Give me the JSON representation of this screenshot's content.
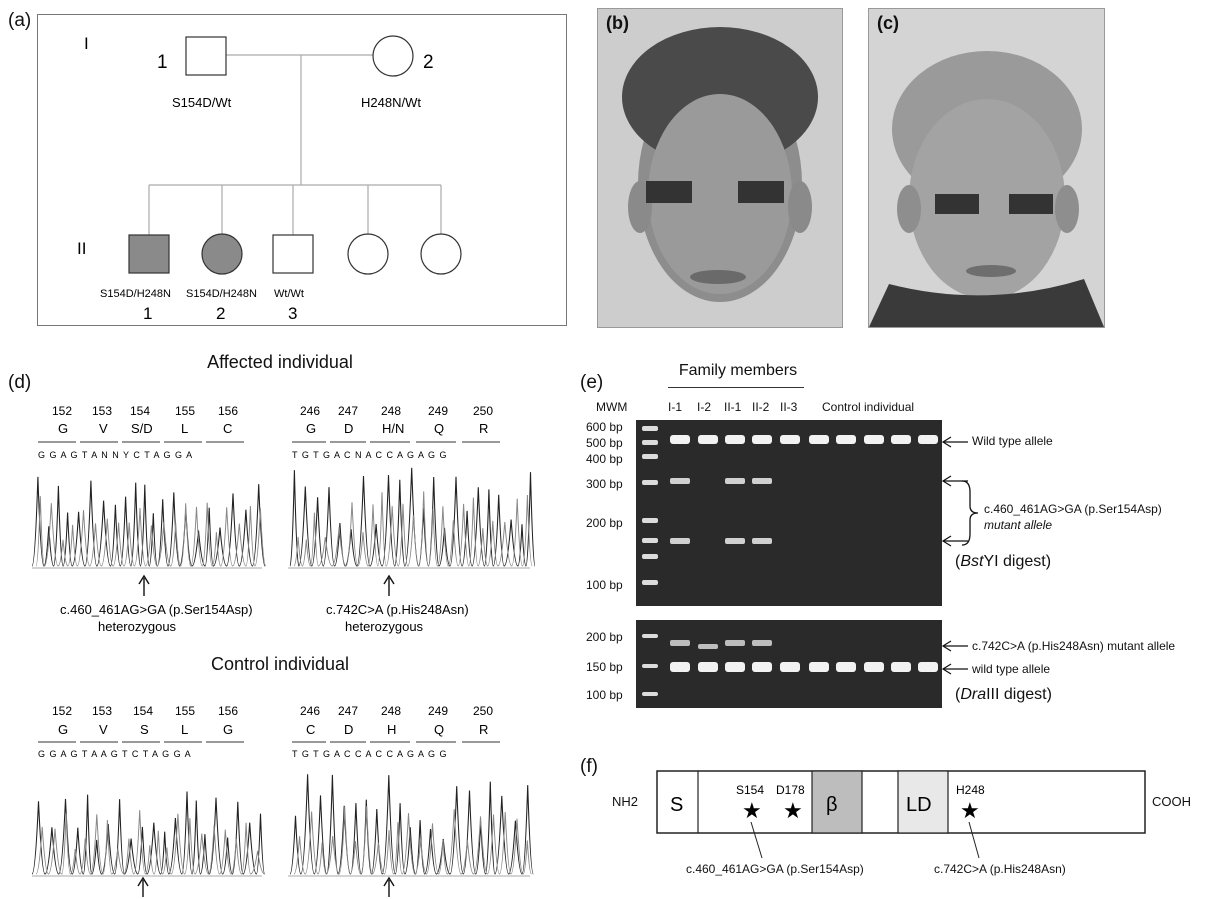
{
  "panels": {
    "a": "(a)",
    "b": "(b)",
    "c": "(c)",
    "d": "(d)",
    "e": "(e)",
    "f": "(f)"
  },
  "pedigree": {
    "gen1": "I",
    "gen2": "II",
    "i1_num": "1",
    "i2_num": "2",
    "i1_geno": "S154D/Wt",
    "i2_geno": "H248N/Wt",
    "ii1_geno": "S154D/H248N",
    "ii2_geno": "S154D/H248N",
    "ii3_geno": "Wt/Wt",
    "ii1_num": "1",
    "ii2_num": "2",
    "ii3_num": "3"
  },
  "sequencing": {
    "affected_title": "Affected individual",
    "control_title": "Control individual",
    "affected_left": {
      "positions": [
        "152",
        "153",
        "154",
        "155",
        "156"
      ],
      "aa": [
        "G",
        "V",
        "S/D",
        "L",
        "C"
      ],
      "bases": "G G A G T A N N Y C T A G G A",
      "note1": "c.460_461AG>GA (p.Ser154Asp)",
      "note2": "heterozygous"
    },
    "affected_right": {
      "positions": [
        "246",
        "247",
        "248",
        "249",
        "250"
      ],
      "aa": [
        "G",
        "D",
        "H/N",
        "Q",
        "R"
      ],
      "bases": "T G T G A C N A C C A G A G G",
      "note1": "c.742C>A (p.His248Asn)",
      "note2": "heterozygous"
    },
    "control_left": {
      "positions": [
        "152",
        "153",
        "154",
        "155",
        "156"
      ],
      "aa": [
        "G",
        "V",
        "S",
        "L",
        "G"
      ],
      "bases": "G G A G T A A G T C T A G G A"
    },
    "control_right": {
      "positions": [
        "246",
        "247",
        "248",
        "249",
        "250"
      ],
      "aa": [
        "C",
        "D",
        "H",
        "Q",
        "R"
      ],
      "bases": "T G T G A C C A C C A G A G G"
    }
  },
  "gel": {
    "family_members": "Family members",
    "mwm": "MWM",
    "lanes": [
      "I-1",
      "I-2",
      "II-1",
      "II-2",
      "II-3"
    ],
    "control": "Control individual",
    "top_markers": [
      "600 bp",
      "500 bp",
      "400 bp",
      "300 bp",
      "200 bp",
      "100 bp"
    ],
    "bottom_markers": [
      "200 bp",
      "150 bp",
      "100 bp"
    ],
    "wild_type_top": "Wild type allele",
    "mutant1_line1": "c.460_461AG>GA (p.Ser154Asp)",
    "mutant1_line2": "mutant allele",
    "digest1_pre": "(",
    "digest1_it": "Bst",
    "digest1_post": "YI digest)",
    "mutant2": "c.742C>A (p.His248Asn) mutant allele",
    "wild_type_bottom": "wild type allele",
    "digest2_pre": "(",
    "digest2_it": "Dra",
    "digest2_post": "III digest)"
  },
  "domain_map": {
    "nh2": "NH2",
    "cooh": "COOH",
    "s": "S",
    "beta": "β",
    "ld": "LD",
    "site1": "S154",
    "site2": "D178",
    "site3": "H248",
    "mut1": "c.460_461AG>GA (p.Ser154Asp)",
    "mut2": "c.742C>A (p.His248Asn)"
  },
  "colors": {
    "affected_fill": "#8a8a8a",
    "gel_bg": "#2a2a2a",
    "band": "#f2f2f2",
    "beta_fill": "#bdbdbd"
  }
}
